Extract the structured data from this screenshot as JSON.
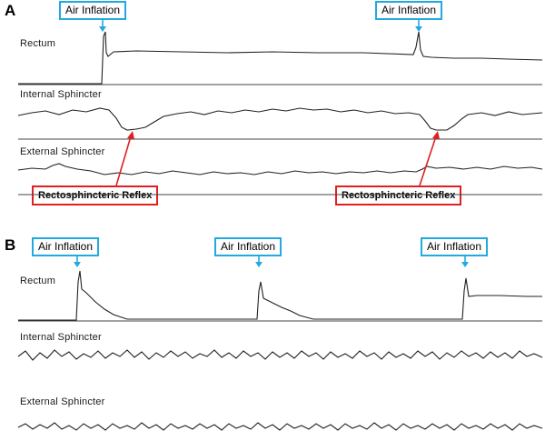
{
  "panel_a": {
    "letter": "A",
    "callout_1": "Air Inflation",
    "callout_2": "Air Inflation",
    "rectum": "Rectum",
    "internal": "Internal Sphincter",
    "external": "External Sphincter",
    "reflex_1": "Rectosphincteric Reflex",
    "reflex_2": "Rectosphincteric Reflex"
  },
  "panel_b": {
    "letter": "B",
    "callout_1": "Air Inflation",
    "callout_2": "Air Inflation",
    "callout_3": "Air Inflation",
    "rectum": "Rectum",
    "internal": "Internal Sphincter",
    "external": "External Sphincter"
  },
  "colors": {
    "callout": "#21a9e1",
    "reflex": "#e02020",
    "trace": "#222222"
  }
}
